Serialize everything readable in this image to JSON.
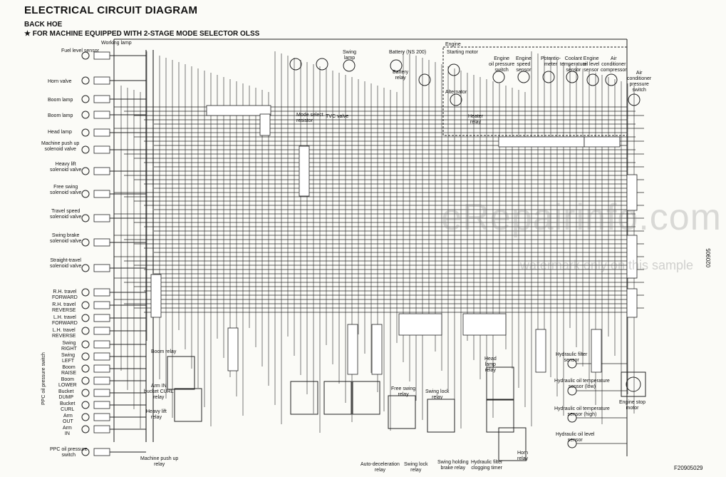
{
  "header": {
    "title": "ELECTRICAL CIRCUIT DIAGRAM",
    "subtitle": "BACK HOE",
    "note": "★  FOR MACHINE EQUIPPED WITH 2-STAGE MODE SELECTOR OLSS"
  },
  "watermark": {
    "main": "eRepairinfo.com",
    "sub": "watermark only on this sample"
  },
  "codes": {
    "side_code": "020905",
    "figure_code": "F20905029"
  },
  "left_labels": {
    "fuel": "Fuel level sensor",
    "working_lamp": "Working lamp",
    "horn_valve": "Horn valve",
    "boom_lamp1": "Boom lamp",
    "boom_lamp2": "Boom lamp",
    "head_lamp": "Head lamp",
    "push_up": "Machine push up\nsolenoid valve",
    "heavy_lift": "Heavy lift\nsolenoid valve",
    "free_swing": "Free swing\nsolenoid valve",
    "travel_speed": "Travel speed\nsolenoid valve",
    "swing_brake": "Swing brake\nsolenoid valve",
    "straight_travel": "Straight-travel\nsolenoid valve",
    "rh_fwd": "R.H. travel\nFORWARD",
    "rh_rev": "R.H. travel\nREVERSE",
    "lh_fwd": "L.H. travel\nFORWARD",
    "lh_rev": "L.H. travel\nREVERSE",
    "swing_right": "Swing\nRIGHT",
    "swing_left": "Swing\nLEFT",
    "boom_raise": "Boom\nRAISE",
    "boom_lower": "Boom\nLOWER",
    "bucket_dump": "Bucket\nDUMP",
    "bucket_curl": "Bucket\nCURL",
    "arm_out": "Arm\nOUT",
    "arm_in": "Arm\nIN",
    "ppc_switch": "PPC oil pressure\nswitch",
    "ppc_vertical": "PPC oil pressure switch"
  },
  "top_labels": {
    "battery": "Battery (NS 200)",
    "battery_relay": "Battery\nrelay",
    "mode_select": "Mode select\nresistor",
    "tvc_valve": "TVC valve",
    "swing_lamp": "Swing\nlamp",
    "engine": "Engine",
    "starting_motor": "Starting motor",
    "alternator": "Alternator",
    "heater_relay": "Heater\nrelay",
    "oil_pressure": "Engine\noil pressure\nswitch",
    "engine_speed": "Engine\nspeed\nsensor",
    "potentiometer": "Potentio-\nmeter",
    "coolant": "Coolant\ntemperature\nsensor",
    "oil_level": "Engine\noil level\nsensor",
    "air_compressor": "Air\nconditioner\ncompressor",
    "air_pressure": "Air\nconditioner\npressure\nswitch"
  },
  "bottom_labels": {
    "boom_relay": "Boom relay",
    "arm_curl": "Arm IN\nbucket CURL\nrelay",
    "heavy_lift_relay": "Heavy lift\nrelay",
    "push_up_relay": "Machine push up\nrelay",
    "free_swing_relay": "Free swing\nrelay",
    "swing_lock_relay_top": "Swing lock\nrelay",
    "auto_decel": "Auto-deceleration\nrelay",
    "swing_lock": "Swing lock\nrelay",
    "swing_holding": "Swing holding\nbrake relay",
    "filter_timer": "Hydraulic filter\nclogging timer",
    "horn_relay": "Horn\nrelay",
    "head_lamp_relay": "Head\nlamp\nrelay",
    "filter_sensor": "Hydraulic filter\nsensor",
    "temp_low": "Hydraulic oil temperature\nsensor (low)",
    "temp_high": "Hydraulic oil temperature\nsensor (high)",
    "oil_level_sensor": "Hydraulic oil level\nsensor",
    "engine_stop": "Engine stop\nmotor"
  }
}
